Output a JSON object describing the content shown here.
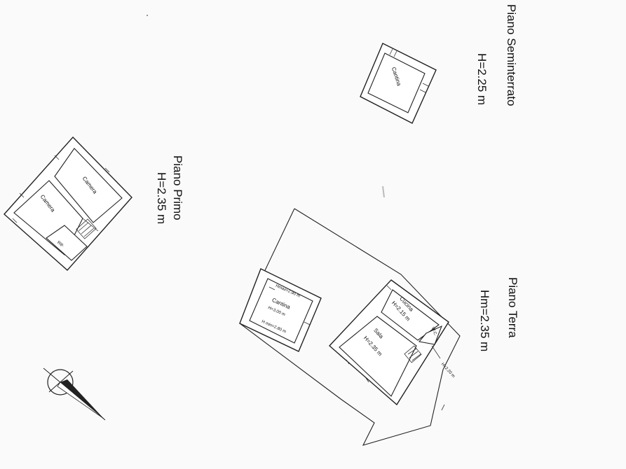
{
  "colors": {
    "ink": "#222222",
    "paper": "#fafafa"
  },
  "floors": {
    "semi": {
      "title": "Piano Seminterrato",
      "height": "H=2.25 m",
      "rooms": {
        "cantina": "Cantina"
      }
    },
    "primo": {
      "title": "Piano Primo",
      "height": "H=2.35 m",
      "rooms": {
        "camera_a": "Camera",
        "camera_b": "Camera",
        "rip": "Rip."
      }
    },
    "terra": {
      "title": "Piano Terra",
      "height": "Hm=2.35 m",
      "cantina": {
        "name": "Cantina",
        "hmax": "Hmax=2.90 m",
        "h": "H=3.00 m",
        "hmin": "H min=2.80 m"
      },
      "cucina": {
        "name": "Cucina",
        "h": "H=2.15 m"
      },
      "sala": {
        "name": "Sala",
        "h": "H=2.35 m"
      },
      "wc": "W.C.",
      "wc_height": "H=2.20 m"
    }
  },
  "icons": {
    "north_arrow": "north-arrow-icon"
  }
}
